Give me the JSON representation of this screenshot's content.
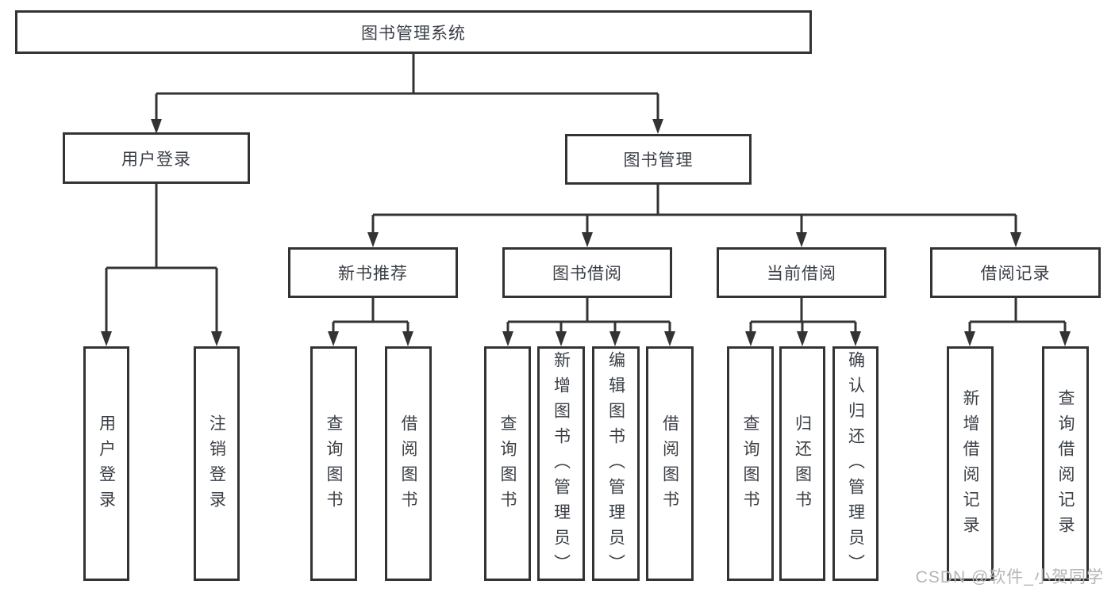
{
  "diagram": {
    "title_node": "图书管理系统",
    "level2": {
      "user_login": "用户登录",
      "book_mgmt": "图书管理"
    },
    "level3": {
      "new_book_rec": "新书推荐",
      "book_borrow": "图书借阅",
      "current_borrow": "当前借阅",
      "borrow_record": "借阅记录"
    },
    "leaves": {
      "user_login_leaf": "用户登录",
      "logout_leaf": "注销登录",
      "query_books_rec": "查询图书",
      "borrow_books_rec": "借阅图书",
      "query_books_borrow": "查询图书",
      "add_book_admin": "新增图书（管理员）",
      "edit_book_admin": "编辑图书（管理员）",
      "borrow_books_borrow": "借阅图书",
      "query_books_current": "查询图书",
      "return_book": "归还图书",
      "confirm_return_admin": "确认归还（管理员）",
      "add_borrow_record": "新增借阅记录",
      "query_borrow_record": "查询借阅记录"
    }
  },
  "watermark": "CSDN @软件_小贺同学",
  "colors": {
    "line": "#333333",
    "text": "#3a3f45",
    "bg": "#ffffff",
    "watermark": "#b5b5b5"
  }
}
